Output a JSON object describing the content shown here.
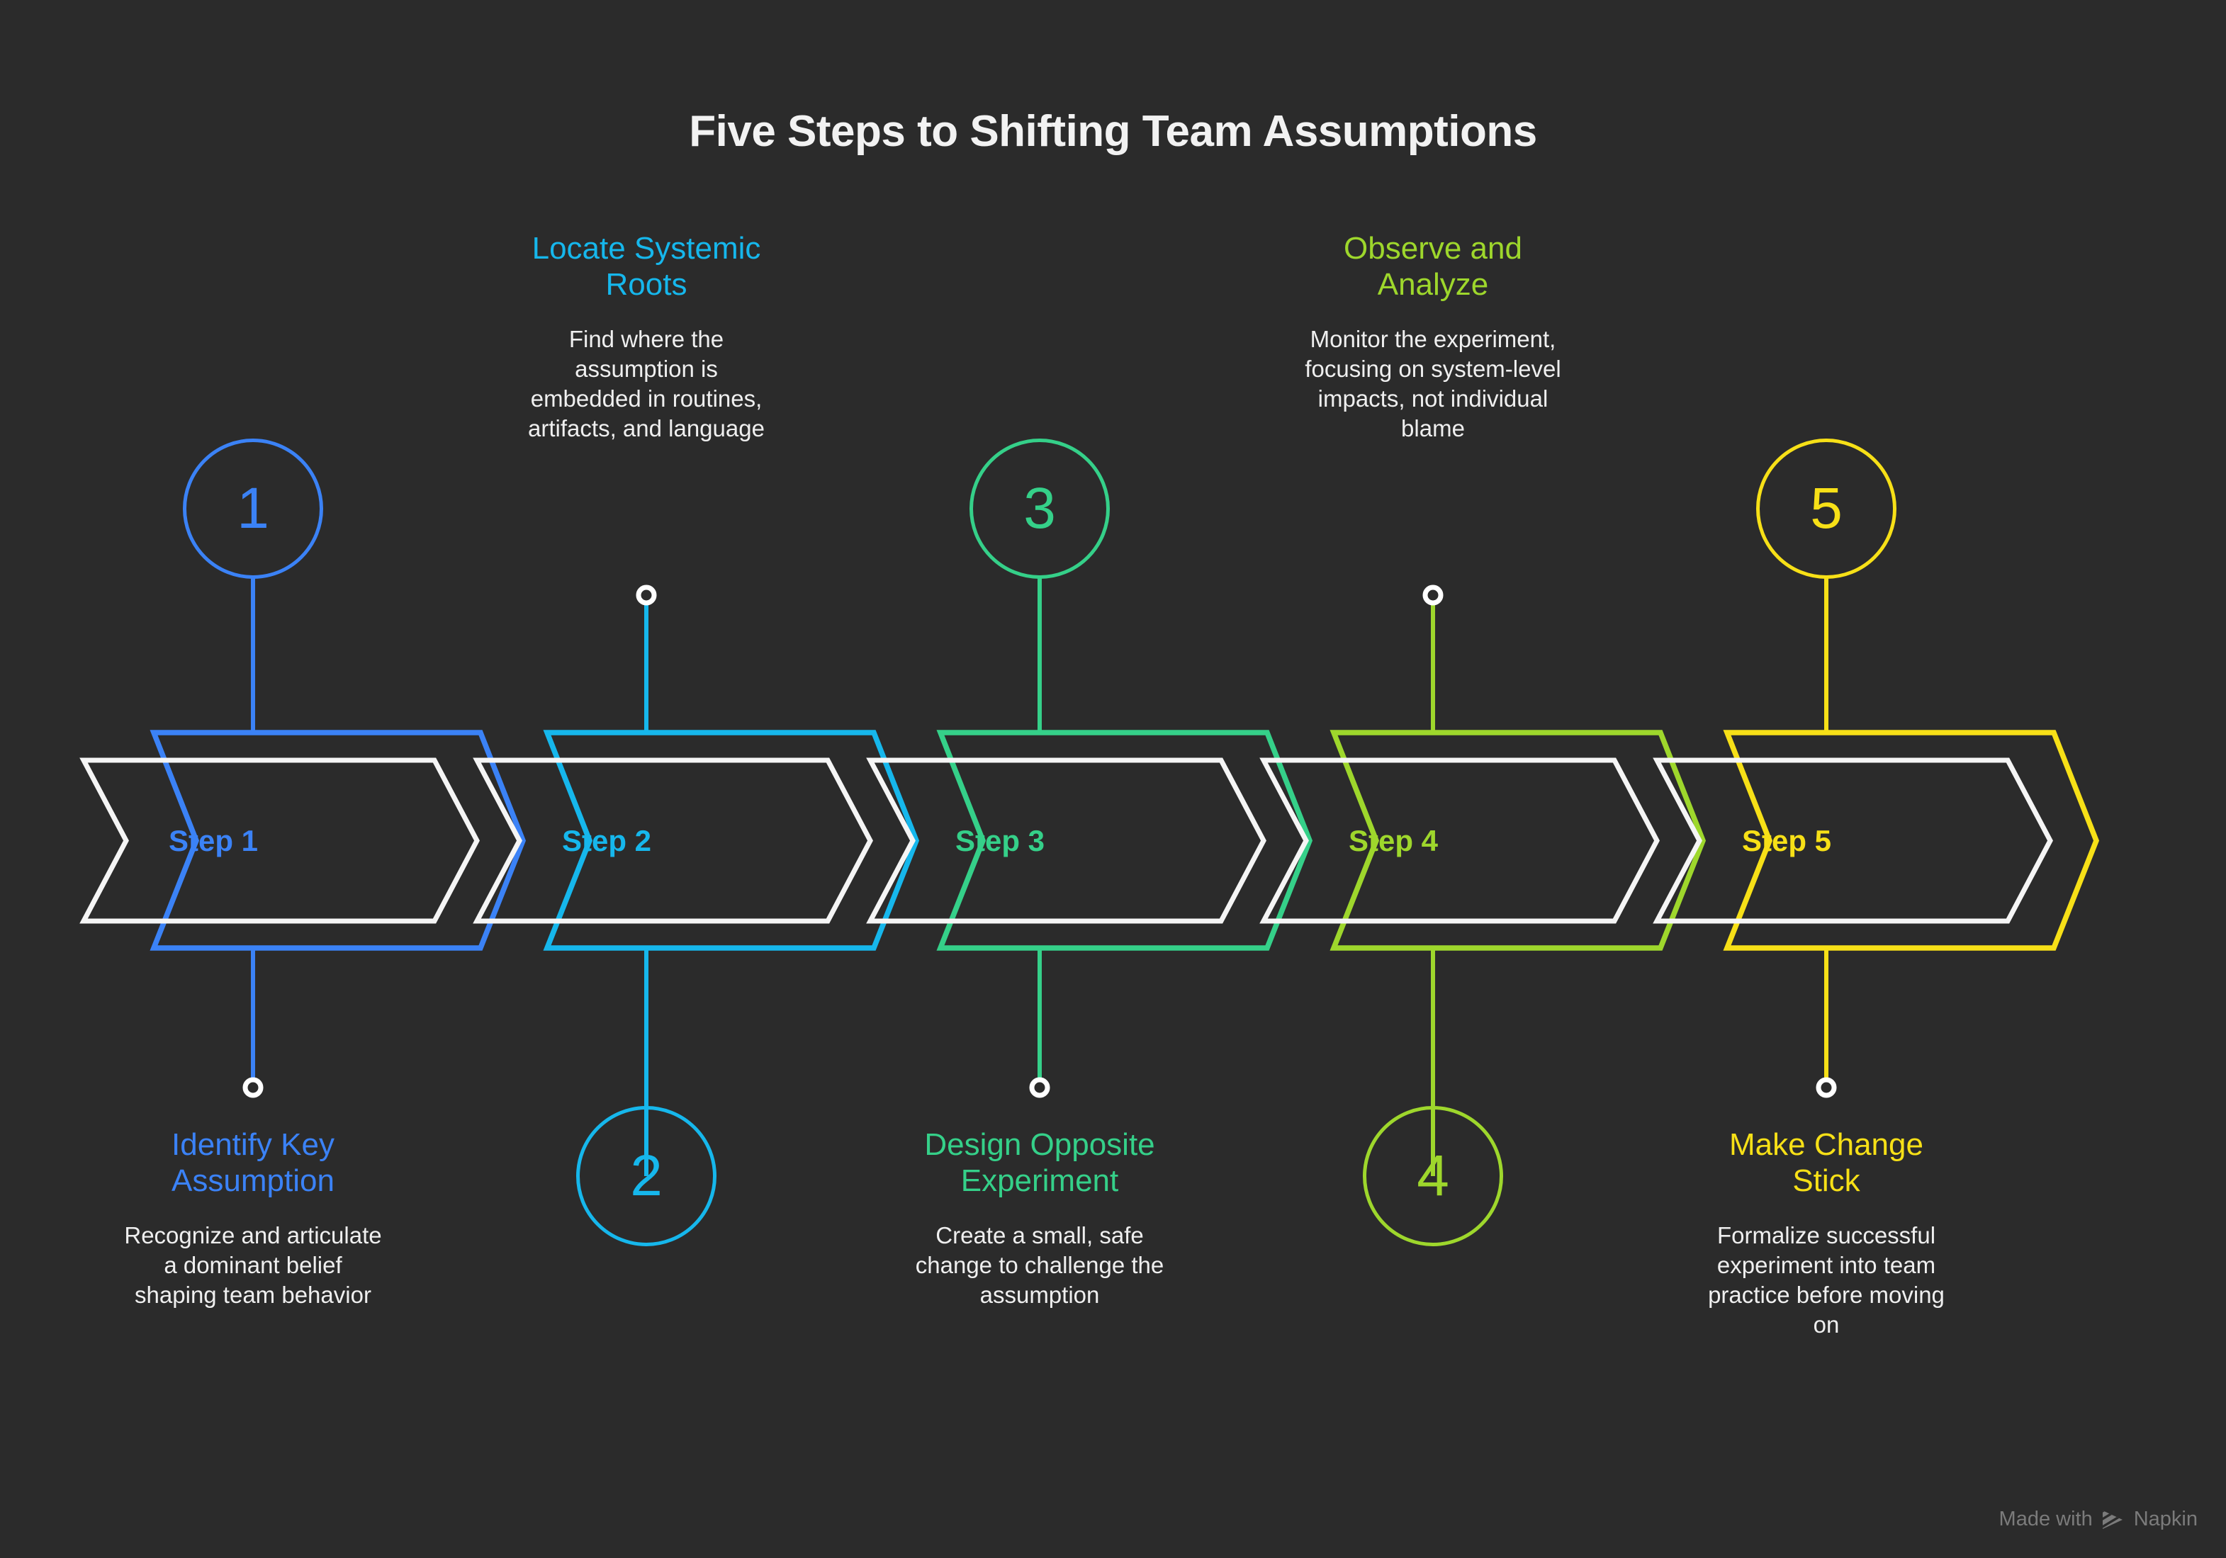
{
  "title": "Five Steps to Shifting Team Assumptions",
  "background_color": "#2b2b2b",
  "band_color": "#f5f5f5",
  "body_text_color": "#efefef",
  "watermark": {
    "prefix": "Made with",
    "brand": "Napkin",
    "logo_icon": "napkin-triangle-icon",
    "color": "#7b7b7b"
  },
  "steps": [
    {
      "band_label": "Step 1",
      "number": "1",
      "heading": "Identify Key Assumption",
      "body": "Recognize and articulate a dominant belief shaping team behavior",
      "color": "#3b82f6",
      "side": "below"
    },
    {
      "band_label": "Step 2",
      "number": "2",
      "heading": "Locate Systemic Roots",
      "body": "Find where the assumption is embedded in routines, artifacts, and language",
      "color": "#16b7ec",
      "side": "above"
    },
    {
      "band_label": "Step 3",
      "number": "3",
      "heading": "Design Opposite Experiment",
      "body": "Create a small, safe change to challenge the assumption",
      "color": "#35d089",
      "side": "below"
    },
    {
      "band_label": "Step 4",
      "number": "4",
      "heading": "Observe and Analyze",
      "body": "Monitor the experiment, focusing on system-level impacts, not individual blame",
      "color": "#9ed72c",
      "side": "above"
    },
    {
      "band_label": "Step 5",
      "number": "5",
      "heading": "Make Change Stick",
      "body": "Formalize successful experiment into team practice before moving on",
      "color": "#f7e017",
      "side": "below"
    }
  ]
}
